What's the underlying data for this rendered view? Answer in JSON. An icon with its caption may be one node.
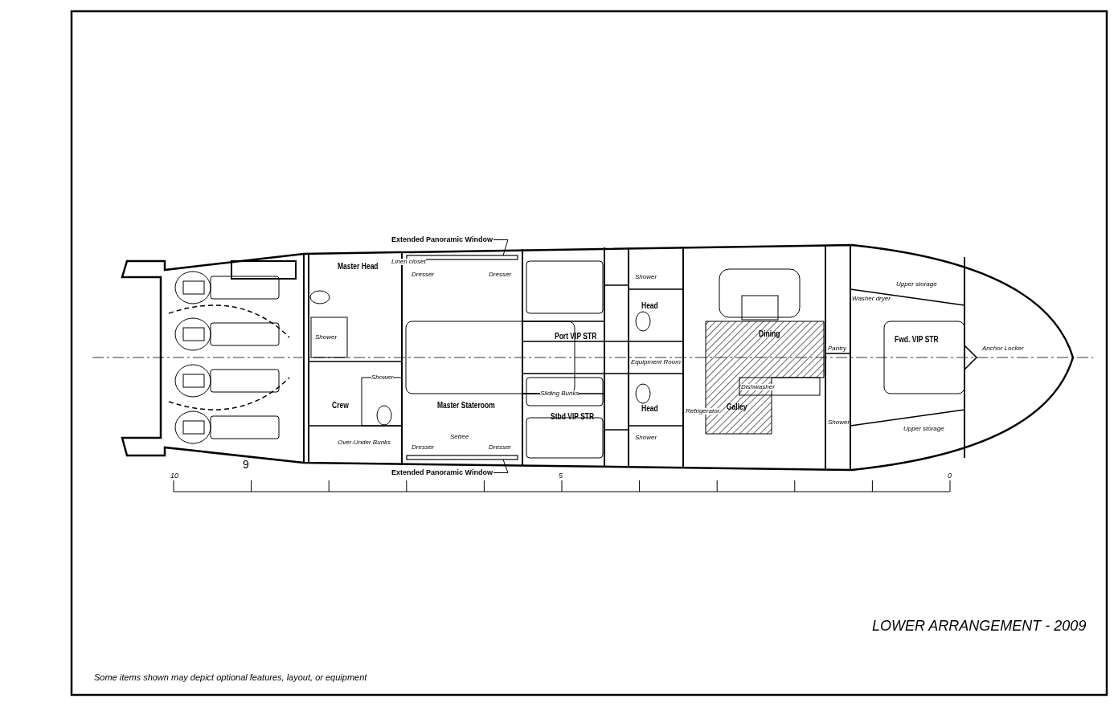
{
  "diagram": {
    "title": "LOWER ARRANGEMENT - 2009",
    "nodes": [
      {
        "text": [
          "Extended Panoramic Window"
        ]
      },
      {
        "text": [],
        "shape": "bar"
      },
      {
        "text": [
          "Extended Panoramic Window"
        ]
      },
      {
        "text": [],
        "shape": "bar"
      }
    ],
    "edges": [
      {
        "from": 0,
        "to": 1,
        "arrow": "none"
      },
      {
        "from": 2,
        "to": 3,
        "arrow": "none"
      }
    ],
    "labels": [
      "Master Head",
      "Linen closet",
      "Shower",
      "Crew",
      "Shower",
      "Over-Under Bunks",
      "Dresser",
      "Dresser",
      "Master Stateroom",
      "Dresser",
      "Settee",
      "Dresser",
      "Port VIP STR",
      "Sliding Bunks",
      "Stbd VIP STR",
      "Shower",
      "Head",
      "Equipment Room",
      "Head",
      "Shower",
      "Refrigerator",
      "Dining",
      "Dishwasher",
      "Galley",
      "Washer dryer",
      "Pantry",
      "Shower",
      "Upper storage",
      "Fwd. VIP STR",
      "Anchor Locker",
      "Upper storage",
      "9",
      "10",
      "5",
      "0",
      "Some items shown may depict optional features, layout, or equipment"
    ]
  }
}
